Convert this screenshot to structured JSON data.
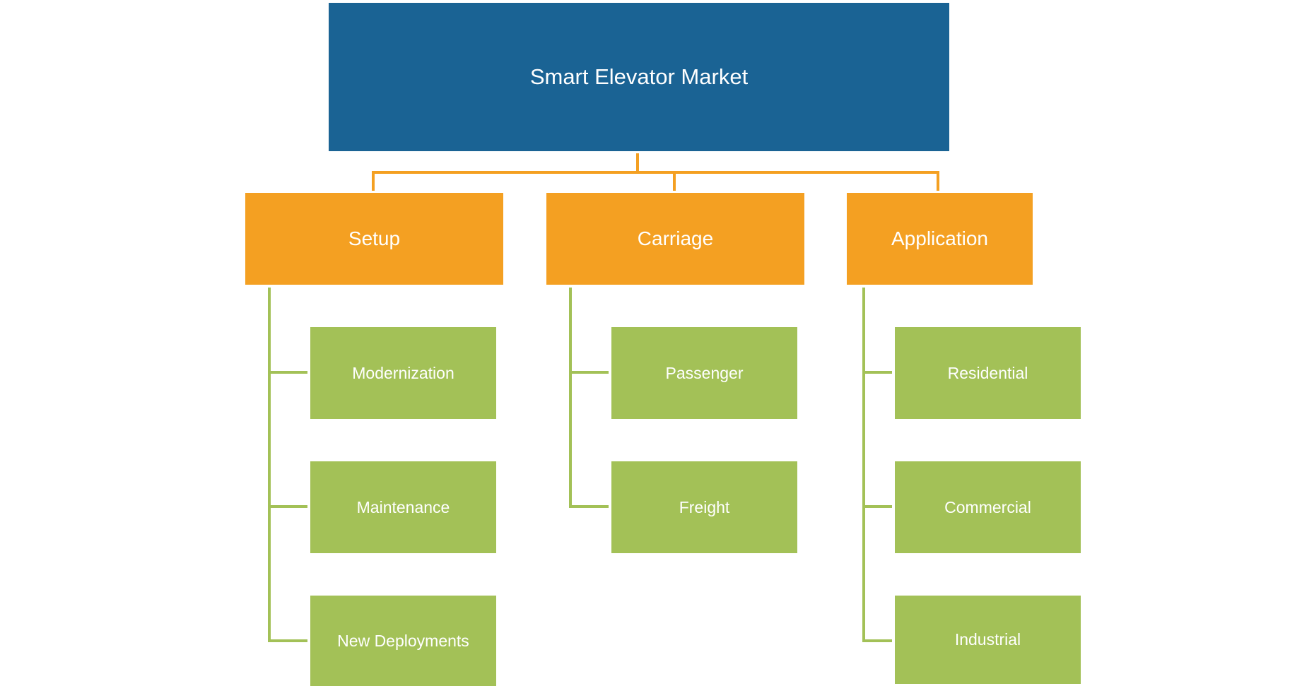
{
  "root": {
    "label": "Smart Elevator Market",
    "color": "#1a6394"
  },
  "colors": {
    "category": "#f4a022",
    "leaf": "#a3c157",
    "category_connector": "#f4a022",
    "leaf_connector": "#a3c157"
  },
  "categories": [
    {
      "label": "Setup",
      "items": [
        "Modernization",
        "Maintenance",
        "New Deployments"
      ]
    },
    {
      "label": "Carriage",
      "items": [
        "Passenger",
        "Freight"
      ]
    },
    {
      "label": "Application",
      "items": [
        "Residential",
        "Commercial",
        "Industrial"
      ]
    }
  ]
}
